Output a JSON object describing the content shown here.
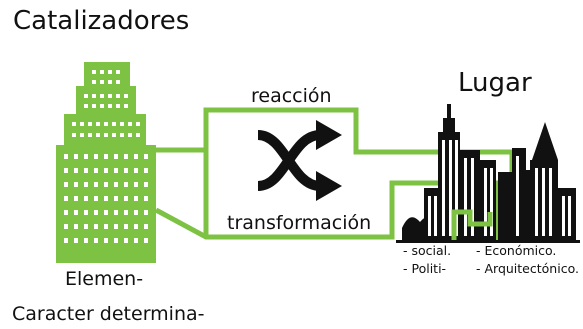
{
  "title": "Catalizadores",
  "place_label": "Lugar",
  "flow_top_label": "reacción",
  "flow_bottom_label": "transformación",
  "element_label": "Elemen-",
  "caption": "Caracter determina-",
  "aspects": [
    "- social.",
    "- Politi-",
    "- Económico.",
    "- Arquitectónico."
  ],
  "icons": {
    "source": "green-building-icon",
    "center": "shuffle-arrows-icon",
    "target": "city-skyline-icon"
  },
  "colors": {
    "accent_green": "#7dc242",
    "dark": "#111111",
    "background": "#ffffff"
  }
}
